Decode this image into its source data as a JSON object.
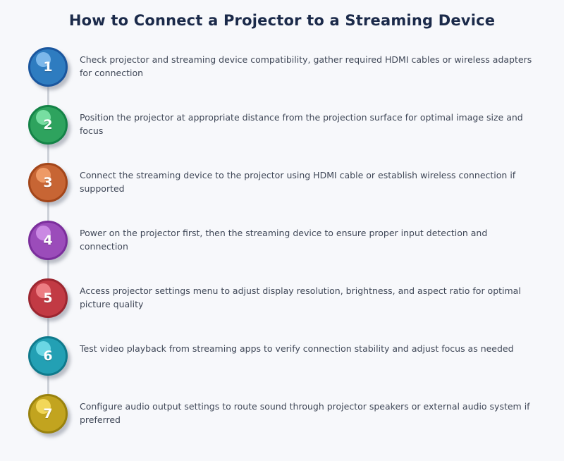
{
  "title": "How to Connect a Projector to a Streaming Device",
  "colors": {
    "background": "#f7f8fb",
    "title": "#1b2a4a",
    "step_text": "#3f4757",
    "connector": "#ccd0d8",
    "number_text": "#ffffff"
  },
  "steps": [
    {
      "number": "1",
      "label": "Check projector and streaming device compatibility, gather required HDMI cables or wireless adapters for connection",
      "fill": "#2e7cc0",
      "border": "#1a569e",
      "highlight": "#85bff0"
    },
    {
      "number": "2",
      "label": "Position the projector at appropriate distance from the projection surface for optimal image size and focus",
      "fill": "#2ea35e",
      "border": "#148347",
      "highlight": "#7fe4a8"
    },
    {
      "number": "3",
      "label": "Connect the streaming device to the projector using HDMI cable or establish wireless connection if supported",
      "fill": "#c76534",
      "border": "#a3461a",
      "highlight": "#f2a06b"
    },
    {
      "number": "4",
      "label": "Power on the projector first, then the streaming device to ensure proper input detection and connection",
      "fill": "#9b4cba",
      "border": "#7b2e9c",
      "highlight": "#cf8fe8"
    },
    {
      "number": "5",
      "label": "Access projector settings menu to adjust display resolution, brightness, and aspect ratio for optimal picture quality",
      "fill": "#c23a44",
      "border": "#9c2630",
      "highlight": "#f2858b"
    },
    {
      "number": "6",
      "label": "Test video playback from streaming apps to verify connection stability and adjust focus as needed",
      "fill": "#23a0b4",
      "border": "#0f7a8c",
      "highlight": "#73dde9"
    },
    {
      "number": "7",
      "label": "Configure audio output settings to route sound through projector speakers or external audio system if preferred",
      "fill": "#c2a41f",
      "border": "#99820e",
      "highlight": "#f7dd5f"
    }
  ]
}
